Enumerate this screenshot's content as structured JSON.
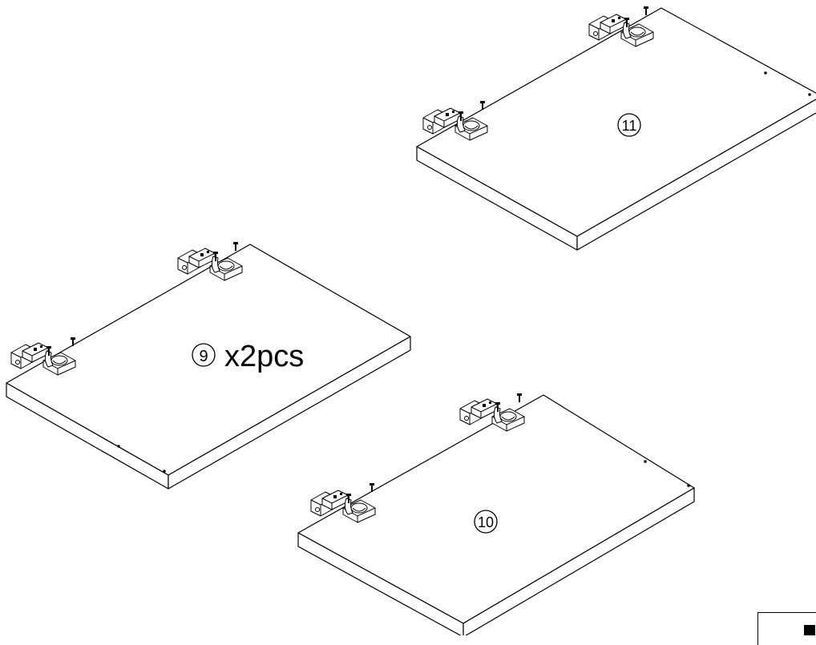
{
  "panels": [
    {
      "id": "panel-11",
      "part_number": "11",
      "quantity_label": ""
    },
    {
      "id": "panel-9",
      "part_number": "9",
      "quantity_label": "x2pcs"
    },
    {
      "id": "panel-10",
      "part_number": "10",
      "quantity_label": ""
    }
  ],
  "hardware": {
    "hinge_icon": "cabinet-hinge-icon",
    "screw_icon": "screw-icon"
  }
}
